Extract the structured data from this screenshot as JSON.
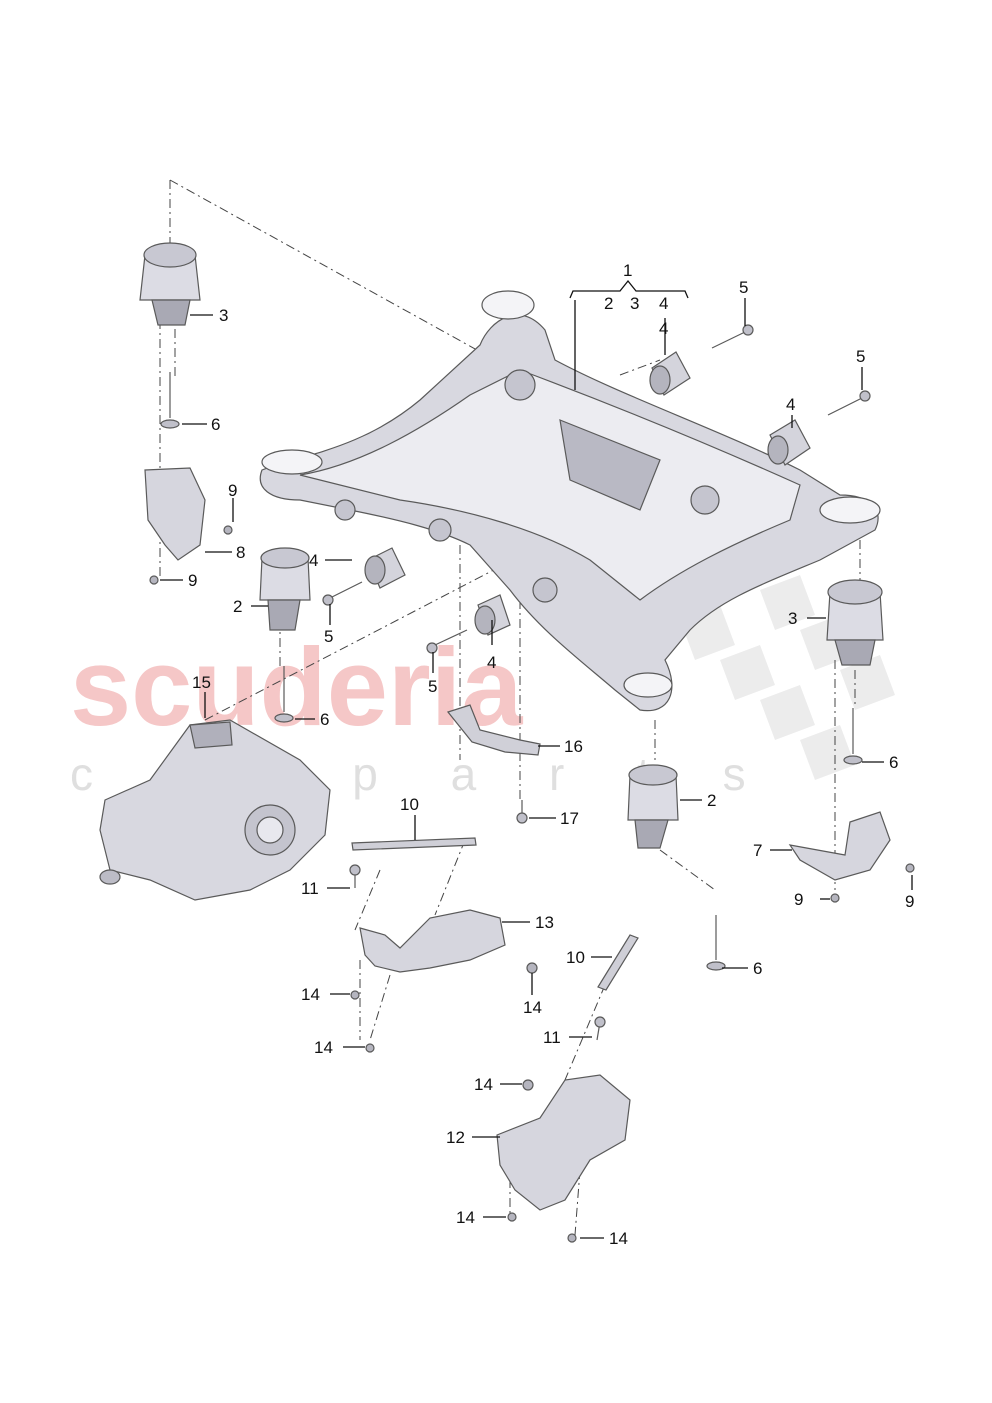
{
  "watermark": {
    "brand": "scuderia",
    "sub": "c a r   p a r t s"
  },
  "colors": {
    "part_fill": "#e4e4ea",
    "part_shade": "#b9b9c4",
    "part_dark": "#8e8e99",
    "line": "#111111",
    "watermark_red": "#f2b5b5",
    "watermark_grey": "#d8d8d8"
  },
  "callouts": {
    "c1": "1",
    "c1_sub2": "2",
    "c1_sub3": "3",
    "c1_sub4": "4",
    "c3_left": "3",
    "c6_left": "6",
    "c9_left_top": "9",
    "c8": "8",
    "c9_left_bottom": "9",
    "c2_left": "2",
    "c4_left": "4",
    "c5_left": "5",
    "c6_mid": "6",
    "c5_top": "5",
    "c4_top": "4",
    "c5_right": "5",
    "c4_right": "4",
    "c4_center": "4",
    "c5_center": "5",
    "c3_right": "3",
    "c6_right": "6",
    "c15": "15",
    "c16": "16",
    "c17": "17",
    "c2_right": "2",
    "c7": "7",
    "c9_right_a": "9",
    "c9_right_b": "9",
    "c10_left": "10",
    "c11_left": "11",
    "c13": "13",
    "c14_a": "14",
    "c14_b": "14",
    "c14_c": "14",
    "c10_right": "10",
    "c11_right": "11",
    "c6_bottom": "6",
    "c14_d": "14",
    "c12": "12",
    "c14_e": "14",
    "c14_f": "14"
  }
}
